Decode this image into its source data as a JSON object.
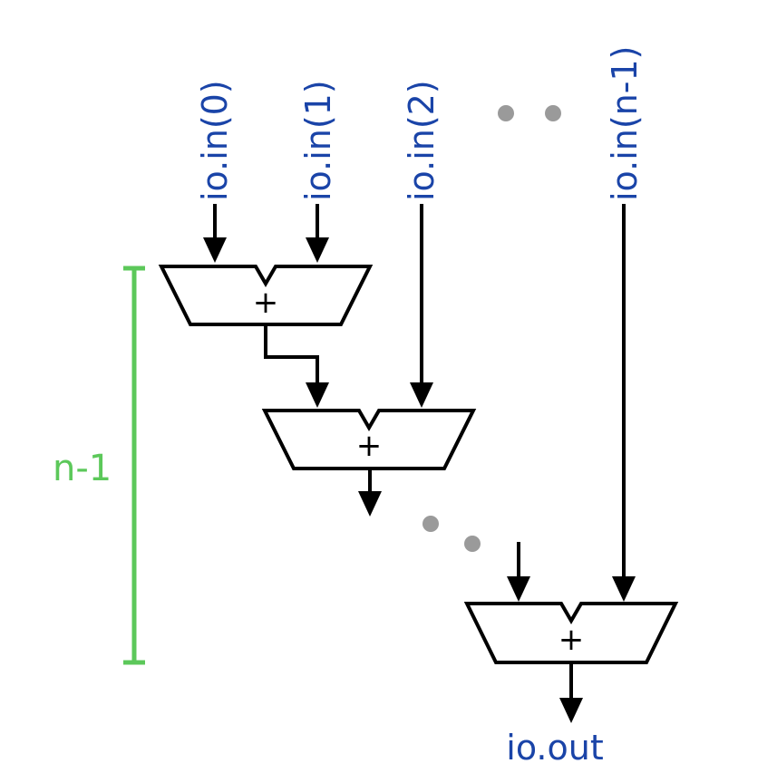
{
  "inputs": [
    "io.in(0)",
    "io.in(1)",
    "io.in(2)",
    "io.in(n-1)"
  ],
  "output": "io.out",
  "adder_symbol": "+",
  "bracket_label": "n-1",
  "colors": {
    "io_text": "#1a44a8",
    "wire": "#000000",
    "bracket": "#5cc85a",
    "ellipsis_dots": "#9a9a9a"
  }
}
